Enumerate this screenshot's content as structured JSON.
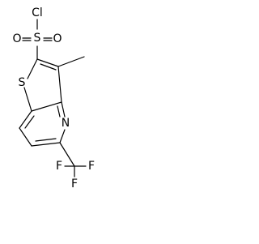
{
  "molecule": {
    "atom_labels": {
      "chlorine": "Cl",
      "sulfonyl_sulfur": "S",
      "oxygen_left": "O",
      "oxygen_right": "O",
      "ring_sulfur": "S",
      "ring_nitrogen": "N",
      "fluorine_left": "F",
      "fluorine_right": "F",
      "fluorine_bottom": "F"
    }
  },
  "colors": {
    "bond": "#000000",
    "label": "#000000",
    "background": "#ffffff"
  }
}
